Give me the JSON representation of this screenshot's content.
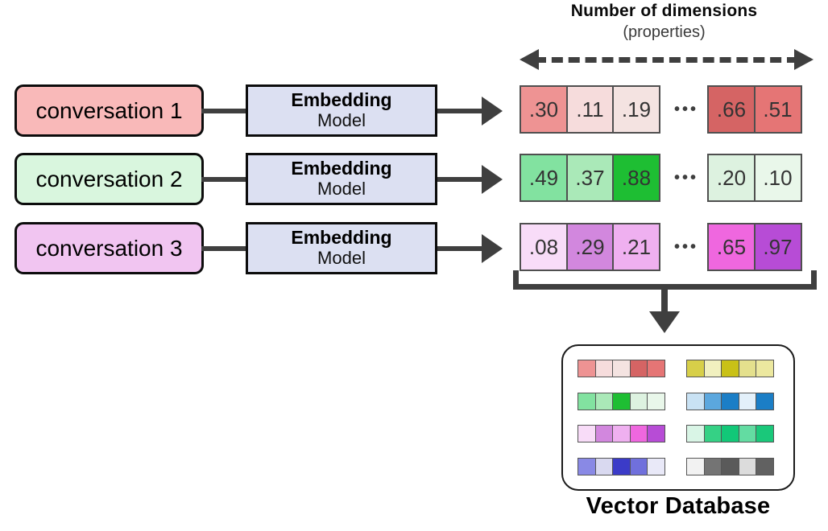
{
  "header": {
    "title": "Number of dimensions",
    "subtitle": "(properties)"
  },
  "rows": [
    {
      "label": "conversation 1",
      "box_color": "#F9B9B9",
      "model": {
        "title": "Embedding",
        "subtitle": "Model"
      },
      "ellipsis": "•••",
      "cells": [
        {
          "value": ".30",
          "color": "#EE9393"
        },
        {
          "value": ".11",
          "color": "#F6DCDC"
        },
        {
          "value": ".19",
          "color": "#F4E3E1"
        },
        {
          "value": ".66",
          "color": "#D56464"
        },
        {
          "value": ".51",
          "color": "#E57575"
        }
      ]
    },
    {
      "label": "conversation 2",
      "box_color": "#D9F6DE",
      "model": {
        "title": "Embedding",
        "subtitle": "Model"
      },
      "ellipsis": "•••",
      "cells": [
        {
          "value": ".49",
          "color": "#82E2A0"
        },
        {
          "value": ".37",
          "color": "#AAE9B8"
        },
        {
          "value": ".88",
          "color": "#1EBE33"
        },
        {
          "value": ".20",
          "color": "#DDF2E0"
        },
        {
          "value": ".10",
          "color": "#E9F7EA"
        }
      ]
    },
    {
      "label": "conversation 3",
      "box_color": "#F1C5F1",
      "model": {
        "title": "Embedding",
        "subtitle": "Model"
      },
      "ellipsis": "•••",
      "cells": [
        {
          "value": ".08",
          "color": "#F8DCF8"
        },
        {
          "value": ".29",
          "color": "#D287DE"
        },
        {
          "value": ".21",
          "color": "#EFB0F0"
        },
        {
          "value": ".65",
          "color": "#EF67DF"
        },
        {
          "value": ".97",
          "color": "#B74CD6"
        }
      ]
    }
  ],
  "database": {
    "label": "Vector Database",
    "vectors": [
      {
        "name": "red-vector",
        "colors": [
          "#EE9393",
          "#F6DCDC",
          "#F4E3E1",
          "#D56464",
          "#E57575"
        ]
      },
      {
        "name": "yellow-vector",
        "colors": [
          "#D7CF49",
          "#F1F0BF",
          "#C9C117",
          "#E4E08D",
          "#ECE89F"
        ]
      },
      {
        "name": "green-vector",
        "colors": [
          "#82E2A0",
          "#AAE9B8",
          "#1EBE33",
          "#DDF2E0",
          "#E9F7EA"
        ]
      },
      {
        "name": "blue-vector",
        "colors": [
          "#C9E2F4",
          "#5BA7DE",
          "#1B7EC6",
          "#E3F0FA",
          "#1B7EC6"
        ]
      },
      {
        "name": "purple-vector",
        "colors": [
          "#F8DCF8",
          "#D287DE",
          "#EFB0F0",
          "#EF67DF",
          "#B74CD6"
        ]
      },
      {
        "name": "teal-vector",
        "colors": [
          "#D9F5E6",
          "#35D185",
          "#12C878",
          "#63DCA2",
          "#1AC87A"
        ]
      },
      {
        "name": "periwinkle-vector",
        "colors": [
          "#8989E5",
          "#D9D9F0",
          "#3B3BC8",
          "#7070DC",
          "#E9E9F8"
        ]
      },
      {
        "name": "gray-vector",
        "colors": [
          "#F2F2F2",
          "#747474",
          "#5A5A5A",
          "#DCDCDC",
          "#616161"
        ]
      }
    ]
  },
  "colors": {
    "arrow": "#3F3F3F",
    "model_fill": "#DCE0F2",
    "cell_border": "#4F4F4F"
  }
}
